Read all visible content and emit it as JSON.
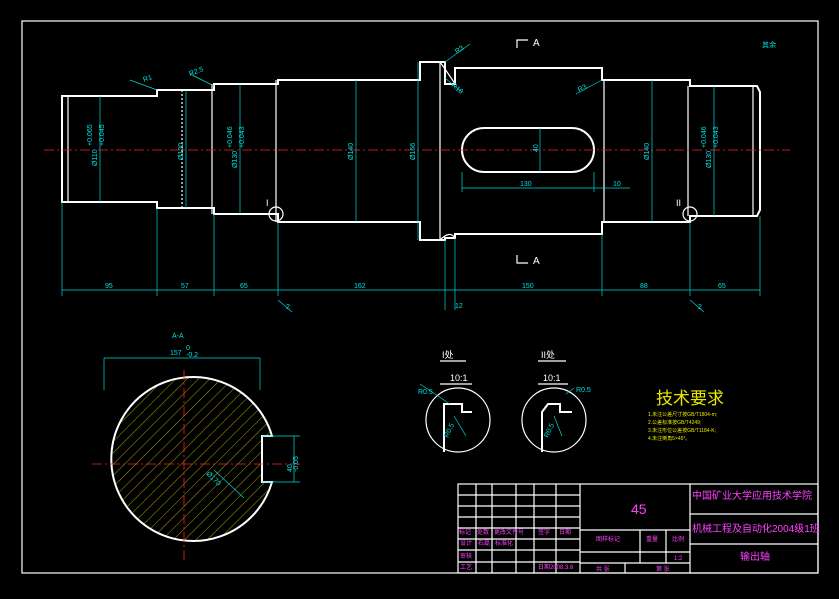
{
  "drawing": {
    "rough_note": "其余",
    "section_marker": "A",
    "section_title": "A-A",
    "detail_1_label": "I处",
    "detail_2_label": "II处",
    "detail_1_scale": "10:1",
    "detail_2_scale": "10:1",
    "detail_1_marker": "I",
    "detail_2_marker": "II"
  },
  "dimensions": {
    "lengths": [
      "95",
      "57",
      "65",
      "162",
      "12",
      "150",
      "88",
      "65"
    ],
    "small": [
      "2",
      "2"
    ],
    "key_length": "130",
    "key_offset": "10",
    "key_width": "40",
    "diameters": [
      "Ø110",
      "Ø120",
      "Ø130",
      "Ø140",
      "Ø166",
      "Ø140",
      "Ø130"
    ],
    "tolerances": {
      "d110_upper": "+0.065",
      "d110_lower": "+0.045",
      "d130_upper": "+0.046",
      "d130_lower": "+0.043",
      "d130r_upper": "+0.046",
      "d130r_lower": "+0.043"
    },
    "radii": [
      "R1",
      "R2.5",
      "R3",
      "R10",
      "R3"
    ],
    "detail_radii": [
      "R0.5",
      "R0.5",
      "R0.5",
      "R0.5"
    ],
    "section_width": "157",
    "section_width_tol_upper": "0",
    "section_width_tol_lower": "-0.2",
    "section_depth": "40",
    "section_depth_tol": "-0.05",
    "section_diameter": "Ø170"
  },
  "tech_requirements": {
    "title": "技术要求",
    "items": [
      "1.未注公差尺寸按GB/T1804-m;",
      "2.公差标准按GB/T4249;",
      "3.未注形位公差按GB/T1184-K;",
      "4.未注倒角5×45°。"
    ]
  },
  "title_block": {
    "material": "45",
    "school": "中国矿业大学应用技术学院",
    "class": "机械工程及自动化2004级1班",
    "part_name": "输出轴",
    "header_cells": [
      "标记",
      "处数",
      "更改文件号",
      "签字",
      "日期"
    ],
    "row_design": [
      "设计",
      "石磊",
      "标准化"
    ],
    "row_check": "审核",
    "row_process": "工艺",
    "approve_label": "日期",
    "approve_date": "2008.3.6",
    "stage_label": "图样标记",
    "weight_label": "重量",
    "scale_label": "比例",
    "scale_value": "1:2",
    "sheet_total": "共  张",
    "sheet_no": "第  张"
  },
  "colors": {
    "background": "#000000",
    "outline": "#ffffff",
    "dimension": "#00d8d8",
    "centerline": "#ff2020",
    "hatch": "#e8e800",
    "magenta": "#ff40ff"
  }
}
